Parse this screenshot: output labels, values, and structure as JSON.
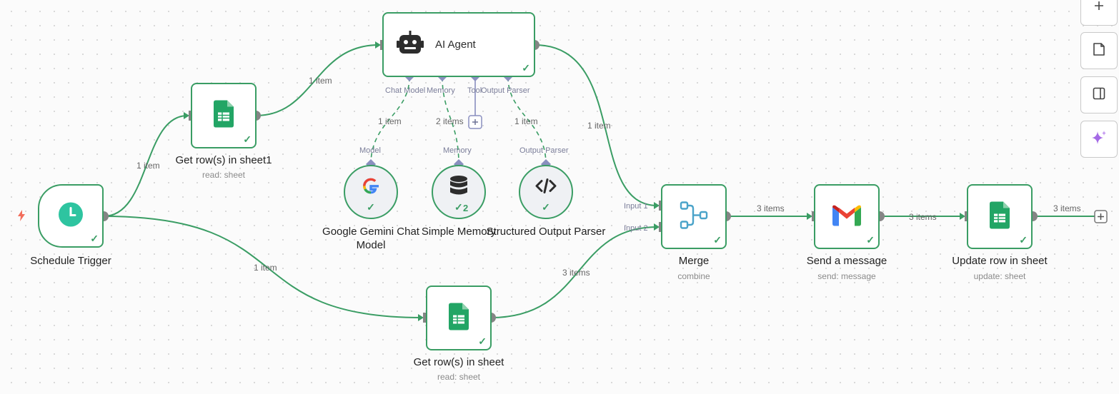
{
  "nodes": {
    "schedule_trigger": {
      "title": "Schedule Trigger"
    },
    "get_rows_sheet1": {
      "title": "Get row(s) in sheet1",
      "subtitle": "read: sheet"
    },
    "ai_agent": {
      "title": "AI Agent"
    },
    "get_rows_sheet": {
      "title": "Get row(s) in sheet",
      "subtitle": "read: sheet"
    },
    "google_gemini": {
      "title": "Google Gemini Chat Model"
    },
    "simple_memory": {
      "title": "Simple Memory",
      "count": "2"
    },
    "structured_parser": {
      "title": "Structured Output Parser"
    },
    "merge": {
      "title": "Merge",
      "subtitle": "combine"
    },
    "send_message": {
      "title": "Send a message",
      "subtitle": "send: message"
    },
    "update_row": {
      "title": "Update row in sheet",
      "subtitle": "update: sheet"
    }
  },
  "ports": {
    "agent": [
      "Chat Model",
      "Memory",
      "Tool",
      "Output Parser"
    ],
    "model": "Model",
    "memory": "Memory",
    "output_parser": "Output Parser",
    "merge_input1": "Input 1",
    "merge_input2": "Input 2"
  },
  "edges": {
    "trigger_to_sheet1": "1 item",
    "trigger_to_sheet": "1 item",
    "sheet1_to_agent": "1 item",
    "agent_to_merge": "1 item",
    "model_link": "1 item",
    "memory_link": "2 items",
    "parser_link": "1 item",
    "sheet_to_merge": "3 items",
    "merge_to_send": "3 items",
    "send_to_update": "3 items",
    "update_out": "3 items"
  },
  "colors": {
    "success": "#3a9d64",
    "edge": "#3a9d64",
    "connector": "#8a8fbf",
    "handle": "#858585"
  },
  "icons": {
    "trigger": "clock-icon",
    "sheets": "google-sheets-icon",
    "agent": "robot-icon",
    "gemini": "google-icon",
    "memory": "database-icon",
    "parser": "code-icon",
    "merge": "merge-icon",
    "gmail": "gmail-icon"
  }
}
